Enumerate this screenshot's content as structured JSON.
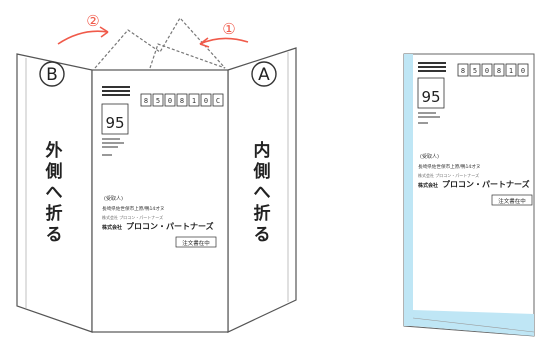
{
  "steps": {
    "step1": "①",
    "step2": "②"
  },
  "flaps": {
    "left": {
      "letter": "B",
      "label": [
        "外",
        "側",
        "へ",
        "折",
        "る"
      ]
    },
    "right": {
      "letter": "A",
      "label": [
        "内",
        "側",
        "へ",
        "折",
        "る"
      ]
    }
  },
  "envelope": {
    "postal_boxes": [
      "8",
      "5",
      "0",
      "8",
      "1",
      "0",
      "C"
    ],
    "indicia_number": "95",
    "recipient_tag": "(受取人)",
    "address": "長崎県佐世保市上原/鴨14才ヌ",
    "sender_small": "株式会社 プロコン・パートナーズ",
    "company_prefix": "株式会社",
    "company_name": "プロコン・パートナーズ",
    "stamp_text": "注文書在中"
  },
  "colors": {
    "arrow": "#f05a4a",
    "line": "#555555",
    "accent_blue": "#bfe6f5"
  }
}
